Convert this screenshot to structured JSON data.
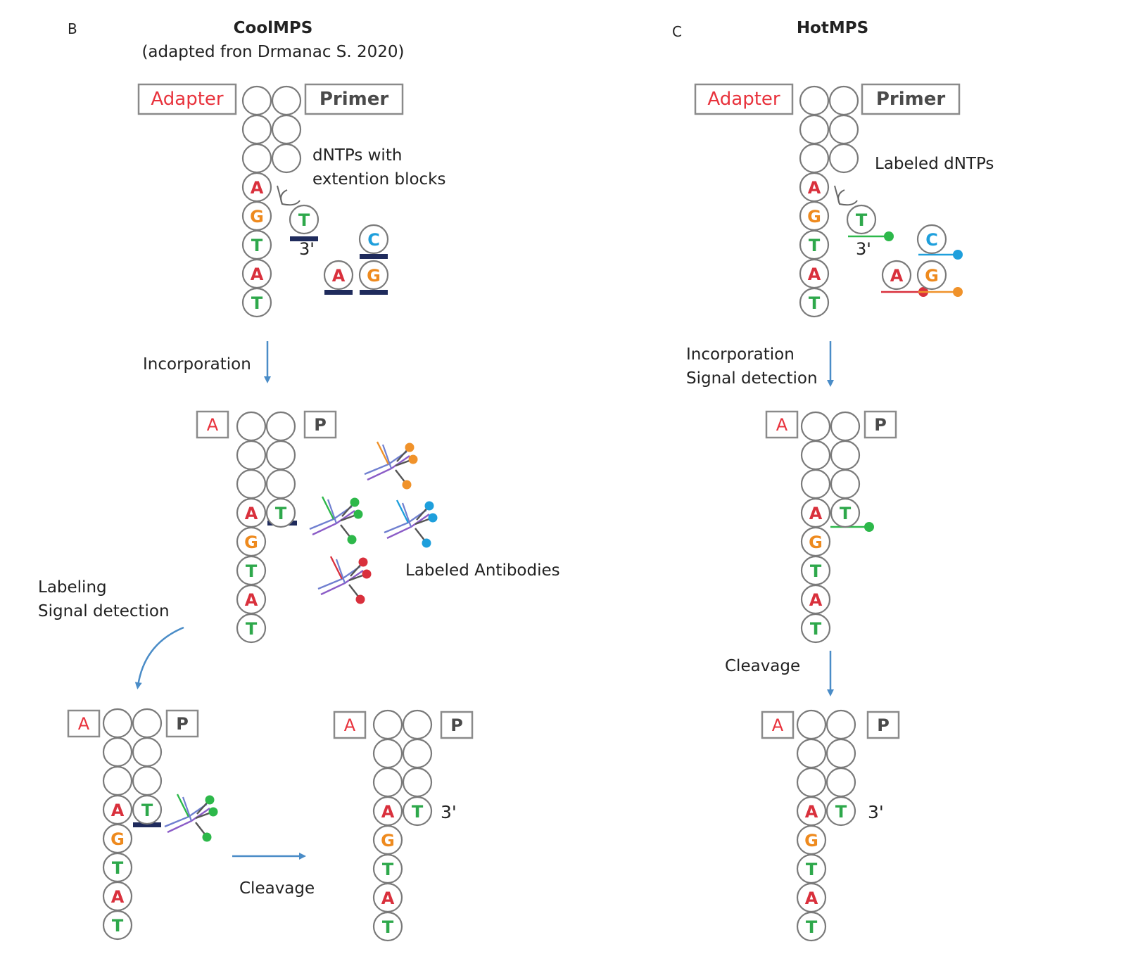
{
  "colors": {
    "A": "#d9303c",
    "G": "#ee8a1e",
    "T": "#2ea84b",
    "C": "#1e9fdc",
    "adapter_red": "#e8323c",
    "block_navy": "#1f2b5c",
    "arrow_blue": "#4a8cc7",
    "dye_green": "#2db84a",
    "dye_blue": "#1e9fdc",
    "dye_red": "#d9303c",
    "dye_orange": "#f0922a"
  },
  "panel_b": {
    "letter": "B",
    "title": "CoolMPS",
    "subtitle": "(adapted fron Drmanac S. 2020)",
    "adapter_label": "Adapter",
    "primer_label": "Primer",
    "dntps_label_line1": "dNTPs with",
    "dntps_label_line2": "extention blocks",
    "three_prime": "3'",
    "incorporation": "Incorporation",
    "labeled_antibodies": "Labeled Antibodies",
    "labeling_line1": "Labeling",
    "labeling_line2": "Signal detection",
    "cleavage": "Cleavage",
    "box_a": "A",
    "box_p": "P",
    "three_prime_final": "3'"
  },
  "panel_c": {
    "letter": "C",
    "title": "HotMPS",
    "adapter_label": "Adapter",
    "primer_label": "Primer",
    "labeled_dntps": "Labeled dNTPs",
    "three_prime": "3'",
    "incorporation_line1": "Incorporation",
    "incorporation_line2": "Signal detection",
    "cleavage": "Cleavage",
    "box_a": "A",
    "box_p": "P",
    "three_prime_final": "3'"
  },
  "template_sequence": [
    "A",
    "G",
    "T",
    "A",
    "T"
  ],
  "free_nucleotides_b": [
    "T",
    "C",
    "A",
    "G"
  ],
  "free_nucleotides_c": [
    "T",
    "C",
    "A",
    "G"
  ],
  "incorporated_base": "T"
}
